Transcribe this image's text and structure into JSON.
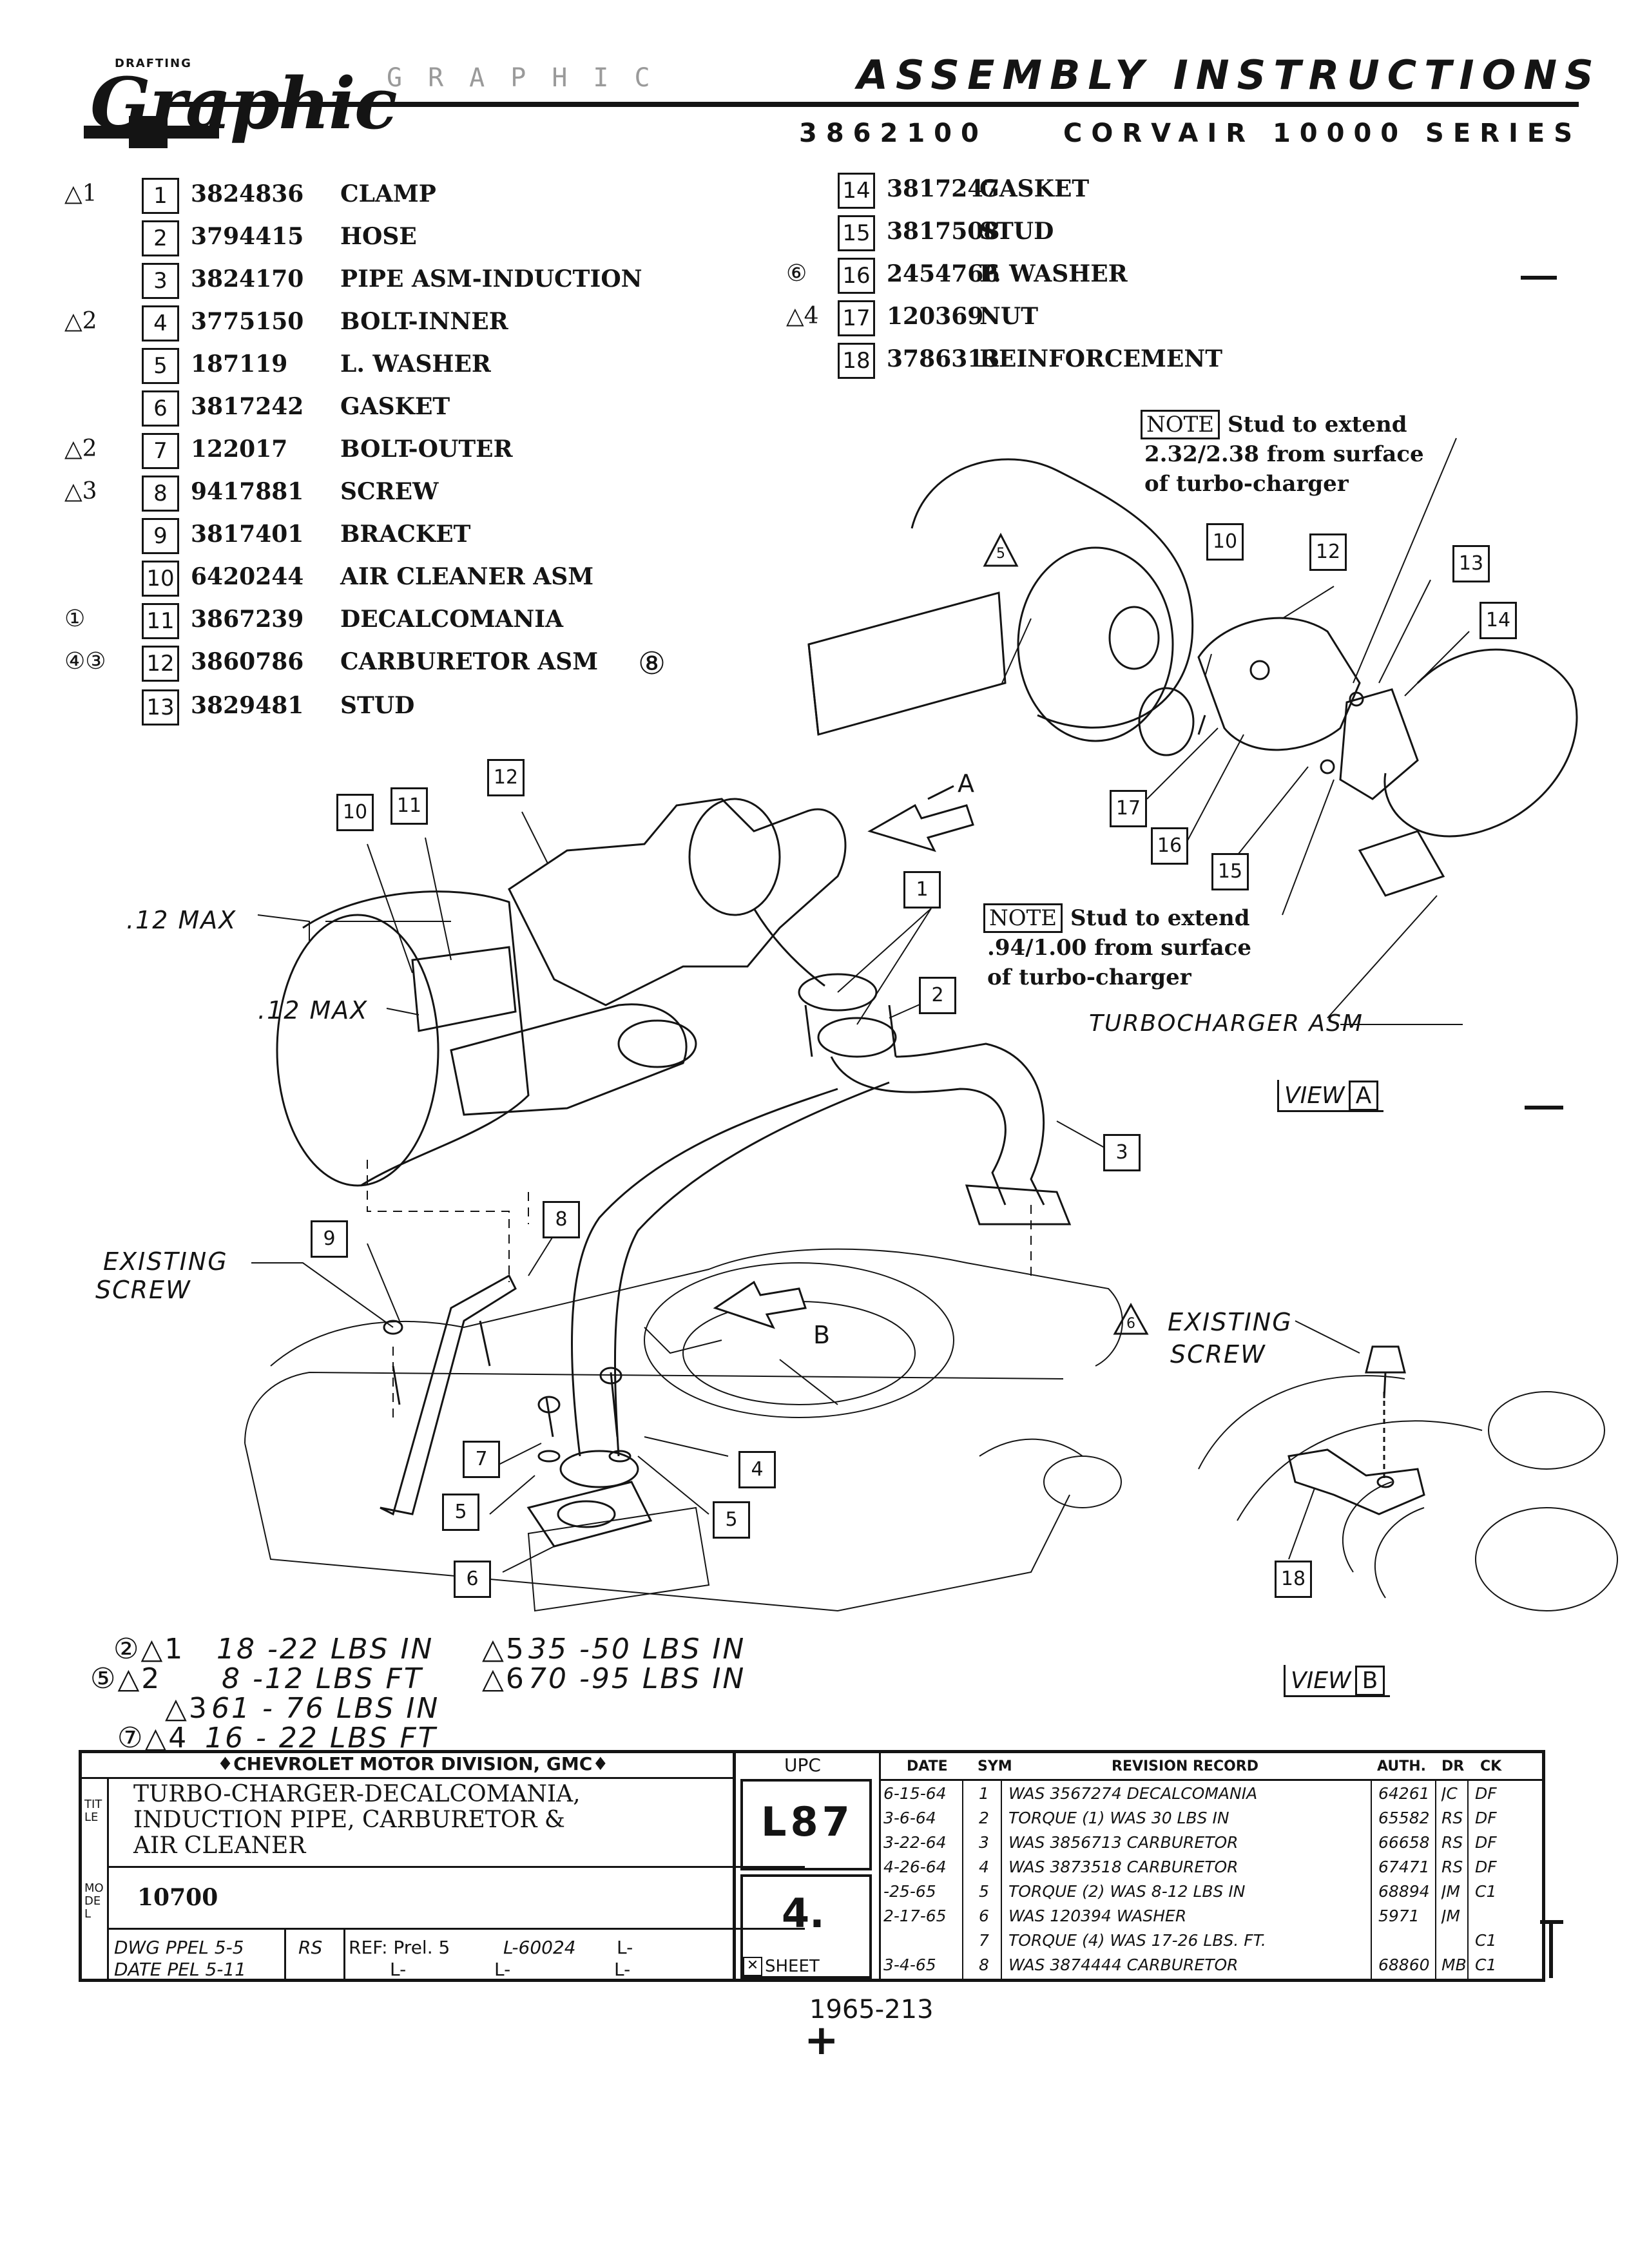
{
  "header": {
    "logo_small": "DRAFTING",
    "logo_main": "Graphic",
    "logo_stamp": "GRAPHIC",
    "title": "ASSEMBLY INSTRUCTIONS",
    "drawing_number": "3862100",
    "series": "CORVAIR 10000 SERIES"
  },
  "parts_left": [
    {
      "mark": "△1",
      "num": "1",
      "part": "3824836",
      "desc": "CLAMP"
    },
    {
      "mark": "",
      "num": "2",
      "part": "3794415",
      "desc": "HOSE"
    },
    {
      "mark": "",
      "num": "3",
      "part": "3824170",
      "desc": "PIPE ASM-INDUCTION"
    },
    {
      "mark": "△2",
      "num": "4",
      "part": "3775150",
      "desc": "BOLT-INNER"
    },
    {
      "mark": "",
      "num": "5",
      "part": "187119",
      "desc": "L. WASHER"
    },
    {
      "mark": "",
      "num": "6",
      "part": "3817242",
      "desc": "GASKET"
    },
    {
      "mark": "△2",
      "num": "7",
      "part": "122017",
      "desc": "BOLT-OUTER"
    },
    {
      "mark": "△3",
      "num": "8",
      "part": "9417881",
      "desc": "SCREW"
    },
    {
      "mark": "",
      "num": "9",
      "part": "3817401",
      "desc": "BRACKET"
    },
    {
      "mark": "",
      "num": "10",
      "part": "6420244",
      "desc": "AIR CLEANER ASM"
    },
    {
      "mark": "①",
      "num": "11",
      "part": "3867239",
      "desc": "DECALCOMANIA"
    },
    {
      "mark": "④③",
      "num": "12",
      "part": "3860786",
      "desc": "CARBURETOR ASM"
    },
    {
      "mark": "",
      "num": "13",
      "part": "3829481",
      "desc": "STUD"
    }
  ],
  "parts_right": [
    {
      "mark": "",
      "num": "14",
      "part": "3817247",
      "desc": "GASKET"
    },
    {
      "mark": "",
      "num": "15",
      "part": "3817508",
      "desc": "STUD"
    },
    {
      "mark": "⑥",
      "num": "16",
      "part": "2454766",
      "desc": "P. WASHER"
    },
    {
      "mark": "△4",
      "num": "17",
      "part": "120369",
      "desc": "NUT"
    },
    {
      "mark": "",
      "num": "18",
      "part": "3786313",
      "desc": "REINFORCEMENT"
    }
  ],
  "carb_note_mark": "⑧",
  "notes": {
    "note_label": "NOTE",
    "upper_line1": "Stud to extend",
    "upper_line2": "2.32/2.38 from surface",
    "upper_line3": "of turbo-charger",
    "lower_line1": "Stud to extend",
    "lower_line2": ".94/1.00 from surface",
    "lower_line3": "of turbo-charger"
  },
  "diagram_labels": {
    "max_upper": ".12 MAX",
    "max_lower": ".12 MAX",
    "existing_screw_left_1": "EXISTING",
    "existing_screw_left_2": "SCREW",
    "existing_screw_right_1": "EXISTING",
    "existing_screw_right_2": "SCREW",
    "turbo_asm": "TURBOCHARGER ASM",
    "view_word": "VIEW",
    "view_a": "A",
    "view_b": "B",
    "arrow_a": "A",
    "arrow_b": "B",
    "tri_5": "5",
    "tri_6": "6"
  },
  "torques": [
    {
      "mark": "②△1",
      "value": "18 -22  LBS  IN"
    },
    {
      "mark": "⑤△2",
      "value": "8 -12  LBS  FT"
    },
    {
      "mark": "△3",
      "value": "61 - 76  LBS  IN"
    },
    {
      "mark": "⑦△4",
      "value": "16 - 22  LBS  FT"
    },
    {
      "mark": "△5",
      "value": "35 -50  LBS  IN"
    },
    {
      "mark": "△6",
      "value": "70 -95  LBS  IN"
    }
  ],
  "title_block": {
    "company": "♦CHEVROLET MOTOR DIVISION, GMC♦",
    "side_title": "TITLE",
    "side_model": "MODEL",
    "title_line1": "TURBO-CHARGER-DECALCOMANIA,",
    "title_line2": "INDUCTION PIPE, CARBURETOR &",
    "title_line3": "AIR CLEANER",
    "model": "10700",
    "dwg_label": "DWG PPEL 5-5",
    "dwg_init": "RS",
    "date_label": "DATE PEL 5-11",
    "ref": "REF: Prel. 5",
    "ref_l1": "L-60024",
    "ref_l2": "L-",
    "ref_l3": "L-",
    "ref_l4": "L-",
    "ref_l5": "L-",
    "upc_label": "UPC",
    "upc": "L87",
    "sheet_num": "4.",
    "sheet_label": "SHEET",
    "rev_headers": {
      "date": "DATE",
      "sym": "SYM",
      "record": "REVISION RECORD",
      "auth": "AUTH.",
      "dr": "DR",
      "ck": "CK"
    },
    "revisions": [
      {
        "date": "6-15-64",
        "sym": "1",
        "record": "WAS 3567274 DECALCOMANIA",
        "auth": "64261",
        "dr": "JC",
        "ck": "DF"
      },
      {
        "date": "3-6-64",
        "sym": "2",
        "record": "TORQUE (1) WAS 30 LBS IN",
        "auth": "65582",
        "dr": "RS",
        "ck": "DF"
      },
      {
        "date": "3-22-64",
        "sym": "3",
        "record": "WAS 3856713 CARBURETOR",
        "auth": "66658",
        "dr": "RS",
        "ck": "DF"
      },
      {
        "date": "4-26-64",
        "sym": "4",
        "record": "WAS 3873518 CARBURETOR",
        "auth": "67471",
        "dr": "RS",
        "ck": "DF"
      },
      {
        "date": "-25-65",
        "sym": "5",
        "record": "TORQUE (2) WAS 8-12 LBS IN",
        "auth": "68894",
        "dr": "JM",
        "ck": "C1"
      },
      {
        "date": "2-17-65",
        "sym": "6",
        "record": "WAS 120394 WASHER",
        "auth": "5971",
        "dr": "JM",
        "ck": ""
      },
      {
        "date": "",
        "sym": "7",
        "record": "TORQUE (4) WAS 17-26 LBS. FT.",
        "auth": "",
        "dr": "",
        "ck": "C1"
      },
      {
        "date": "3-4-65",
        "sym": "8",
        "record": "WAS 3874444 CARBURETOR",
        "auth": "68860",
        "dr": "MB",
        "ck": "C1"
      }
    ]
  },
  "footer": {
    "page_code": "1965-213",
    "plus": "+"
  }
}
